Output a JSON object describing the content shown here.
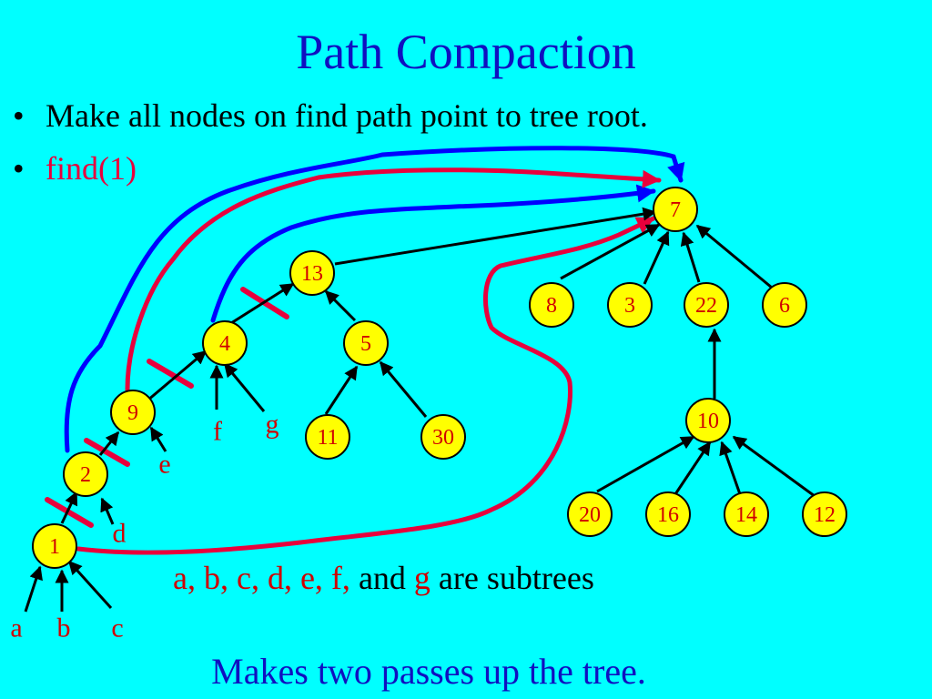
{
  "title": "Path Compaction",
  "bullets": [
    "Make all nodes on find path point to tree root.",
    "find(1)"
  ],
  "nodes": [
    "7",
    "13",
    "4",
    "5",
    "9",
    "2",
    "1",
    "11",
    "30",
    "8",
    "3",
    "22",
    "6",
    "10",
    "20",
    "16",
    "14",
    "12"
  ],
  "subtrees": [
    "a",
    "b",
    "c",
    "d",
    "e",
    "f",
    "g"
  ],
  "caption": {
    "subtrees_list": "a, b, c, d, e, f,",
    "and": " and ",
    "last": "g",
    "rest": " are subtrees"
  },
  "footer": "Makes two passes up the tree.",
  "colors": {
    "background": "#00FFFF",
    "title": "#1010C0",
    "node_fill": "#FFFF00",
    "label_red": "#D00000",
    "red_path": "#E8003C",
    "blue_path": "#0000FF"
  }
}
